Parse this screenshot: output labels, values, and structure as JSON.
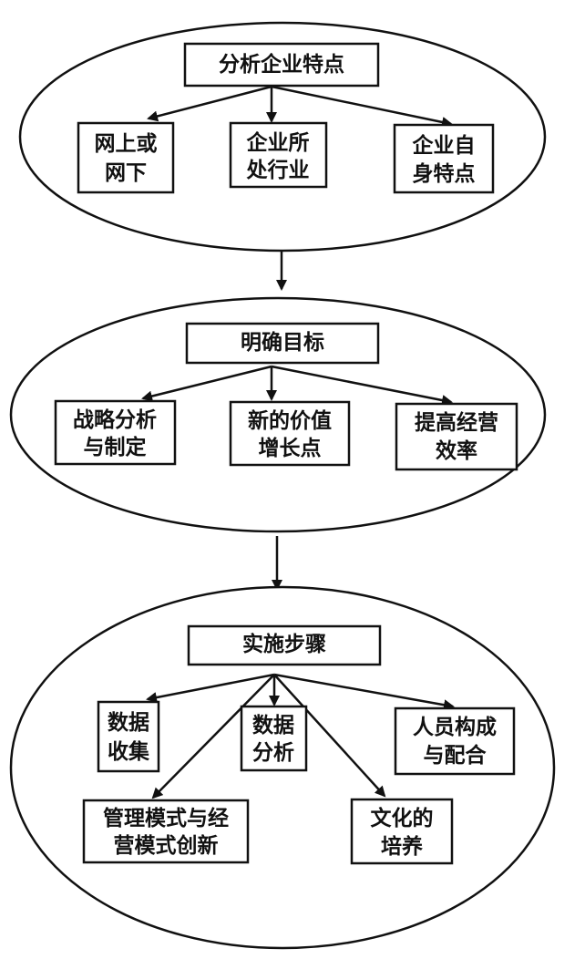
{
  "stages": [
    {
      "title": "分析企业特点",
      "items": [
        {
          "lines": [
            "网上或",
            "网下"
          ]
        },
        {
          "lines": [
            "企业所",
            "处行业"
          ]
        },
        {
          "lines": [
            "企业自",
            "身特点"
          ]
        }
      ]
    },
    {
      "title": "明确目标",
      "items": [
        {
          "lines": [
            "战略分析",
            "与制定"
          ]
        },
        {
          "lines": [
            "新的价值",
            "增长点"
          ]
        },
        {
          "lines": [
            "提高经营",
            "效率"
          ]
        }
      ]
    },
    {
      "title": "实施步骤",
      "items": [
        {
          "lines": [
            "数据",
            "收集"
          ]
        },
        {
          "lines": [
            "数据",
            "分析"
          ]
        },
        {
          "lines": [
            "人员构成",
            "与配合"
          ]
        },
        {
          "lines": [
            "管理模式与经",
            "营模式创新"
          ]
        },
        {
          "lines": [
            "文化的",
            "培养"
          ]
        }
      ]
    }
  ],
  "colors": {
    "line": "#111111",
    "fill": "#ffffff"
  }
}
